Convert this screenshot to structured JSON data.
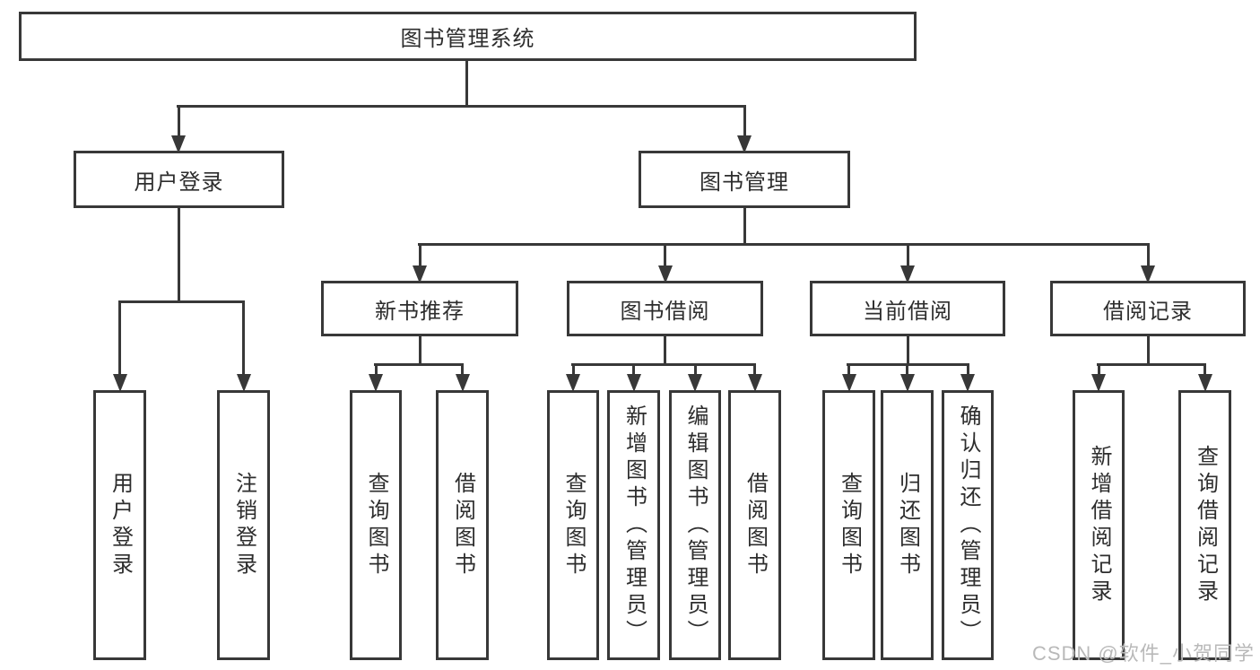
{
  "tree": {
    "label": "图书管理系统",
    "children": [
      {
        "label": "用户登录",
        "children": [
          {
            "label": "用户登录"
          },
          {
            "label": "注销登录"
          }
        ]
      },
      {
        "label": "图书管理",
        "children": [
          {
            "label": "新书推荐",
            "children": [
              {
                "label": "查询图书"
              },
              {
                "label": "借阅图书"
              }
            ]
          },
          {
            "label": "图书借阅",
            "children": [
              {
                "label": "查询图书"
              },
              {
                "label": "新增图书（管理员）"
              },
              {
                "label": "编辑图书（管理员）"
              },
              {
                "label": "借阅图书"
              }
            ]
          },
          {
            "label": "当前借阅",
            "children": [
              {
                "label": "查询图书"
              },
              {
                "label": "归还图书"
              },
              {
                "label": "确认归还（管理员）"
              }
            ]
          },
          {
            "label": "借阅记录",
            "children": [
              {
                "label": "新增借阅记录"
              },
              {
                "label": "查询借阅记录"
              }
            ]
          }
        ]
      }
    ]
  },
  "watermark": {
    "text": "CSDN @软件_小贺同学"
  },
  "colors": {
    "line": "#383838",
    "text": "#2d2d2d",
    "watermark": "#b9b9b9",
    "background": "#ffffff"
  }
}
